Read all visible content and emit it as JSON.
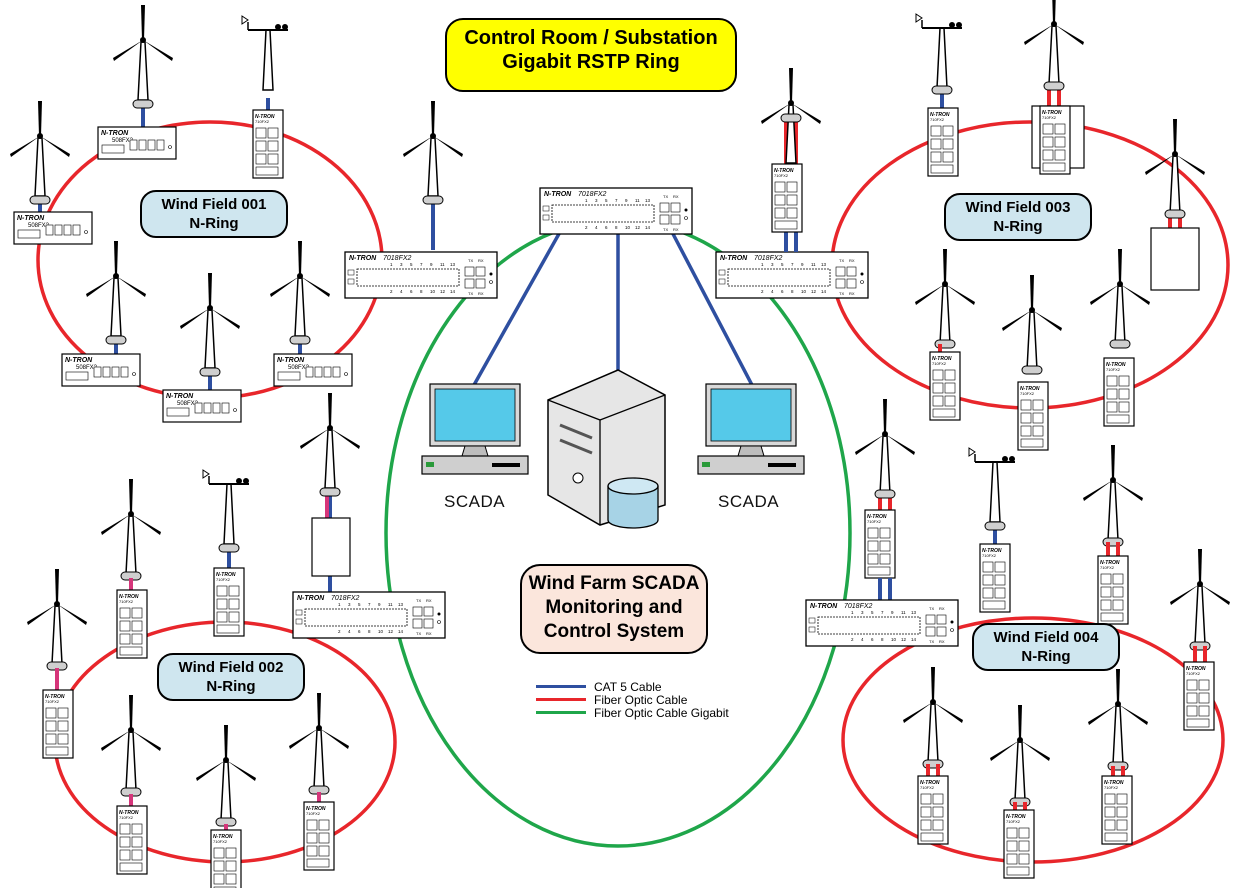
{
  "title": {
    "line1": "Control Room  / Substation",
    "line2": "Gigabit RSTP Ring"
  },
  "fields": [
    {
      "line1": "Wind Field 001",
      "line2": "N-Ring"
    },
    {
      "line1": "Wind Field 002",
      "line2": "N-Ring"
    },
    {
      "line1": "Wind Field 003",
      "line2": "N-Ring"
    },
    {
      "line1": "Wind Field 004",
      "line2": "N-Ring"
    }
  ],
  "scada_center": {
    "line1": "Wind Farm SCADA",
    "line2": "Monitoring and",
    "line3": "Control System"
  },
  "workstations": [
    "SCADA",
    "SCADA"
  ],
  "switch_brand": "N-TRON",
  "switch_models": {
    "main": "7018FX2",
    "small": "508FX2",
    "mini": "710FX2"
  },
  "switch_port_numbers": {
    "top": [
      "1",
      "3",
      "5",
      "7",
      "9",
      "11",
      "13"
    ],
    "bottom": [
      "2",
      "4",
      "6",
      "8",
      "10",
      "12",
      "14"
    ]
  },
  "switch_port_tags": {
    "tx": "TX",
    "rx": "RX"
  },
  "legend": [
    {
      "label": "CAT 5 Cable",
      "color": "#2e4fa0"
    },
    {
      "label": "Fiber Optic Cable",
      "color": "#e8262b"
    },
    {
      "label": "Fiber Optic Cable Gigabit",
      "color": "#1fa64a"
    }
  ],
  "colors": {
    "cat5": "#2e4fa0",
    "fiber": "#e8262b",
    "gigabit": "#1fa64a",
    "field_fill": "#cfe6ef",
    "title_fill": "#ffff00",
    "scada_fill": "#fbe6dc",
    "link_pink": "#d6357a"
  }
}
